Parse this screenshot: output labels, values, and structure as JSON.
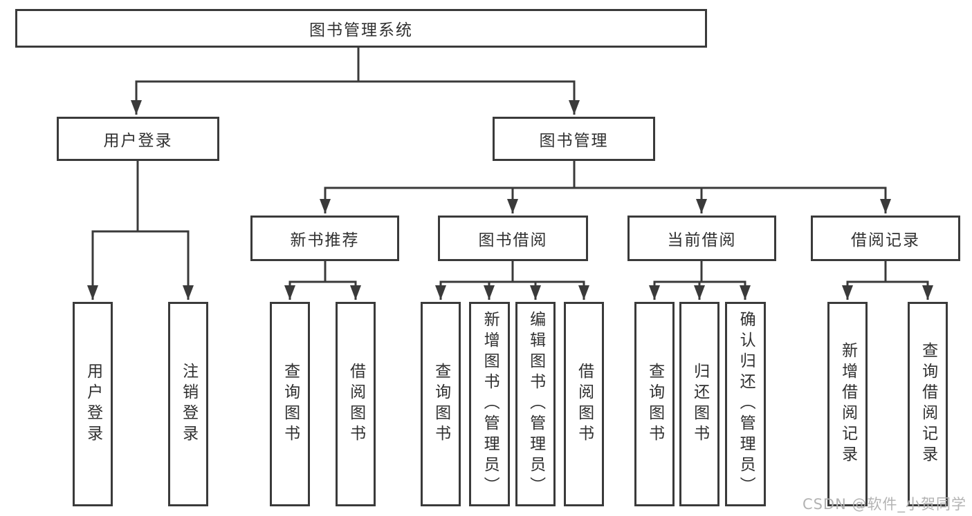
{
  "colors": {
    "line": "#3a3a3a",
    "text": "#303030",
    "watermark": "#b3b3b3",
    "background": "#ffffff"
  },
  "watermark": "CSDN @软件_小贺同学",
  "diagram": {
    "root": {
      "label": "图书管理系统"
    },
    "branches": [
      {
        "label": "用户登录",
        "children": [
          {
            "label": "用户登录"
          },
          {
            "label": "注销登录"
          }
        ]
      },
      {
        "label": "图书管理",
        "children": [
          {
            "label": "新书推荐",
            "children": [
              {
                "label": "查询图书"
              },
              {
                "label": "借阅图书"
              }
            ]
          },
          {
            "label": "图书借阅",
            "children": [
              {
                "label": "查询图书"
              },
              {
                "label": "新增图书（管理员）"
              },
              {
                "label": "编辑图书（管理员）"
              },
              {
                "label": "借阅图书"
              }
            ]
          },
          {
            "label": "当前借阅",
            "children": [
              {
                "label": "查询图书"
              },
              {
                "label": "归还图书"
              },
              {
                "label": "确认归还（管理员）"
              }
            ]
          },
          {
            "label": "借阅记录",
            "children": [
              {
                "label": "新增借阅记录"
              },
              {
                "label": "查询借阅记录"
              }
            ]
          }
        ]
      }
    ]
  }
}
